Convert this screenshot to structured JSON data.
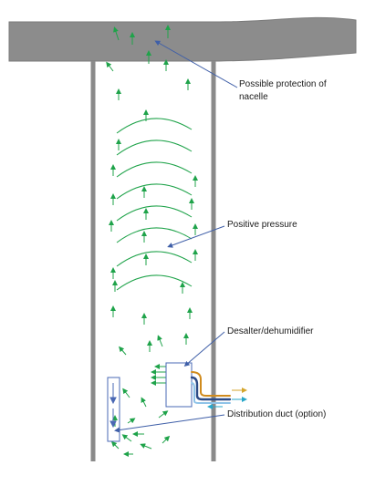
{
  "labels": {
    "nacelle": "Possible protection of nacelle",
    "pressure": "Positive pressure",
    "desalter": "Desalter/dehumidifier",
    "duct": "Distribution duct (option)"
  },
  "colors": {
    "nacelle_fill": "#8c8c8c",
    "tower_line": "#8a8a8a",
    "airflow": "#1fa34a",
    "pointer": "#3f5fa8",
    "equipment": "#4a68b4",
    "pipe_dark": "#2c4a86",
    "pipe_light": "#8fc3e8",
    "pipe_orange": "#d08b1e",
    "outflow_cyan": "#28a7c9",
    "outflow_orange": "#d4a52c"
  }
}
